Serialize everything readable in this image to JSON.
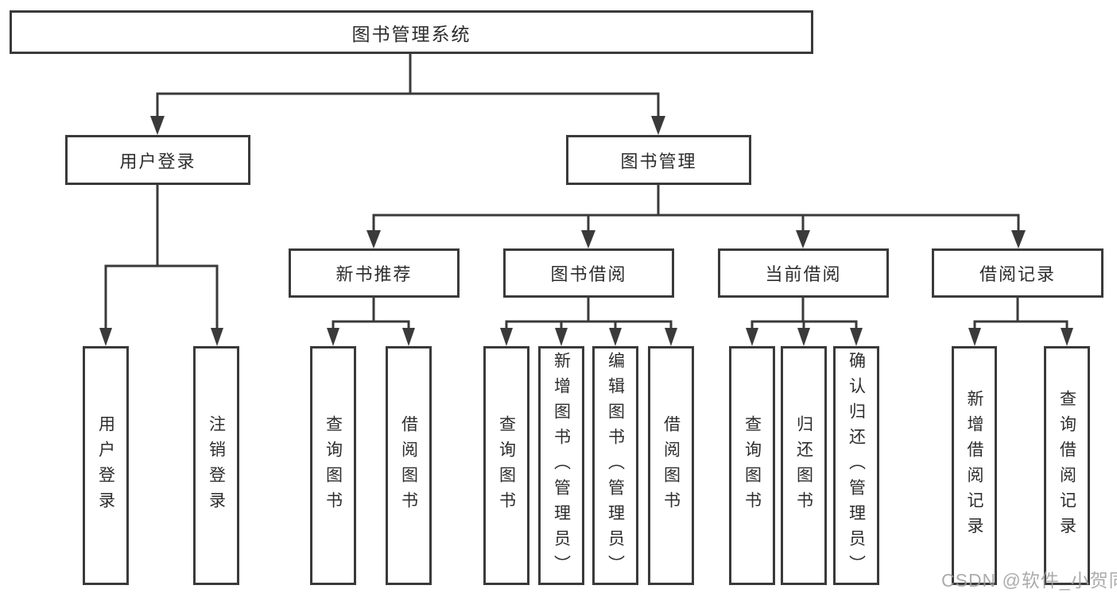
{
  "tree": {
    "root": {
      "label": "图书管理系统"
    },
    "children": [
      {
        "label": "用户登录",
        "children": [
          {
            "label": "用户登录"
          },
          {
            "label": "注销登录"
          }
        ]
      },
      {
        "label": "图书管理",
        "children": [
          {
            "label": "新书推荐",
            "children": [
              {
                "label": "查询图书"
              },
              {
                "label": "借阅图书"
              }
            ]
          },
          {
            "label": "图书借阅",
            "children": [
              {
                "label": "查询图书"
              },
              {
                "label": "新增图书（管理员）"
              },
              {
                "label": "编辑图书（管理员）"
              },
              {
                "label": "借阅图书"
              }
            ]
          },
          {
            "label": "当前借阅",
            "children": [
              {
                "label": "查询图书"
              },
              {
                "label": "归还图书"
              },
              {
                "label": "确认归还（管理员）"
              }
            ]
          },
          {
            "label": "借阅记录",
            "children": [
              {
                "label": "新增借阅记录"
              },
              {
                "label": "查询借阅记录"
              }
            ]
          }
        ]
      }
    ]
  },
  "watermark": {
    "text": "CSDN @软件_小贺同学"
  },
  "colors": {
    "line": "#3a3a3a",
    "box_border": "#3a3a3a",
    "box_fill": "#ffffff",
    "text": "#2d2d2d",
    "watermark": "#9e9e9e",
    "background": "#ffffff"
  }
}
